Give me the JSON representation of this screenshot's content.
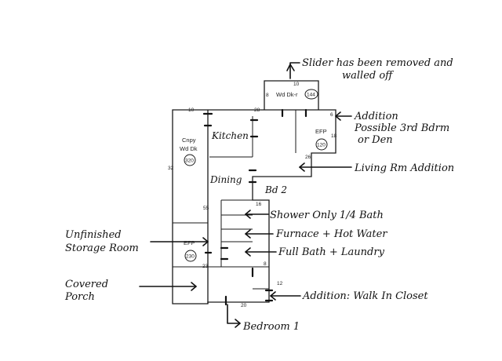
{
  "rooms": {
    "kitchen": "Kitchen",
    "dining": "Dining",
    "bd2": "Bd 2",
    "cnpy": "Cnpy",
    "wd_dk": "Wd Dk",
    "cnpy_area": "320",
    "wd_dk_r": "Wd Dk-r",
    "wd_dk_r_area": "144",
    "efp_right": "EFP",
    "efp_right_area": "120",
    "efp_left": "EFP",
    "efp_left_area": "230"
  },
  "dimensions": {
    "d_10_top": "10",
    "d_28": "28",
    "d_10_deck": "10",
    "d_8_deck": "8",
    "d_6": "6",
    "d_18": "18",
    "d_26": "26",
    "d_32": "32",
    "d_55": "55",
    "d_16": "16",
    "d_23": "23",
    "d_8_bath": "8",
    "d_12": "12",
    "d_20": "20"
  },
  "notes": {
    "slider_1": "Slider has been removed and",
    "slider_2": "walled off",
    "addition_1": "Addition",
    "addition_2": "Possible 3rd Bdrm",
    "addition_3": "or Den",
    "living_rm": "Living Rm Addition",
    "shower": "Shower Only 1/4 Bath",
    "furnace": "Furnace + Hot Water",
    "full_bath": "Full Bath + Laundry",
    "closet": "Addition: Walk In Closet",
    "unfinished_1": "Unfinished",
    "unfinished_2": "Storage Room",
    "porch_1": "Covered",
    "porch_2": "Porch",
    "bedroom1": "Bedroom 1"
  }
}
